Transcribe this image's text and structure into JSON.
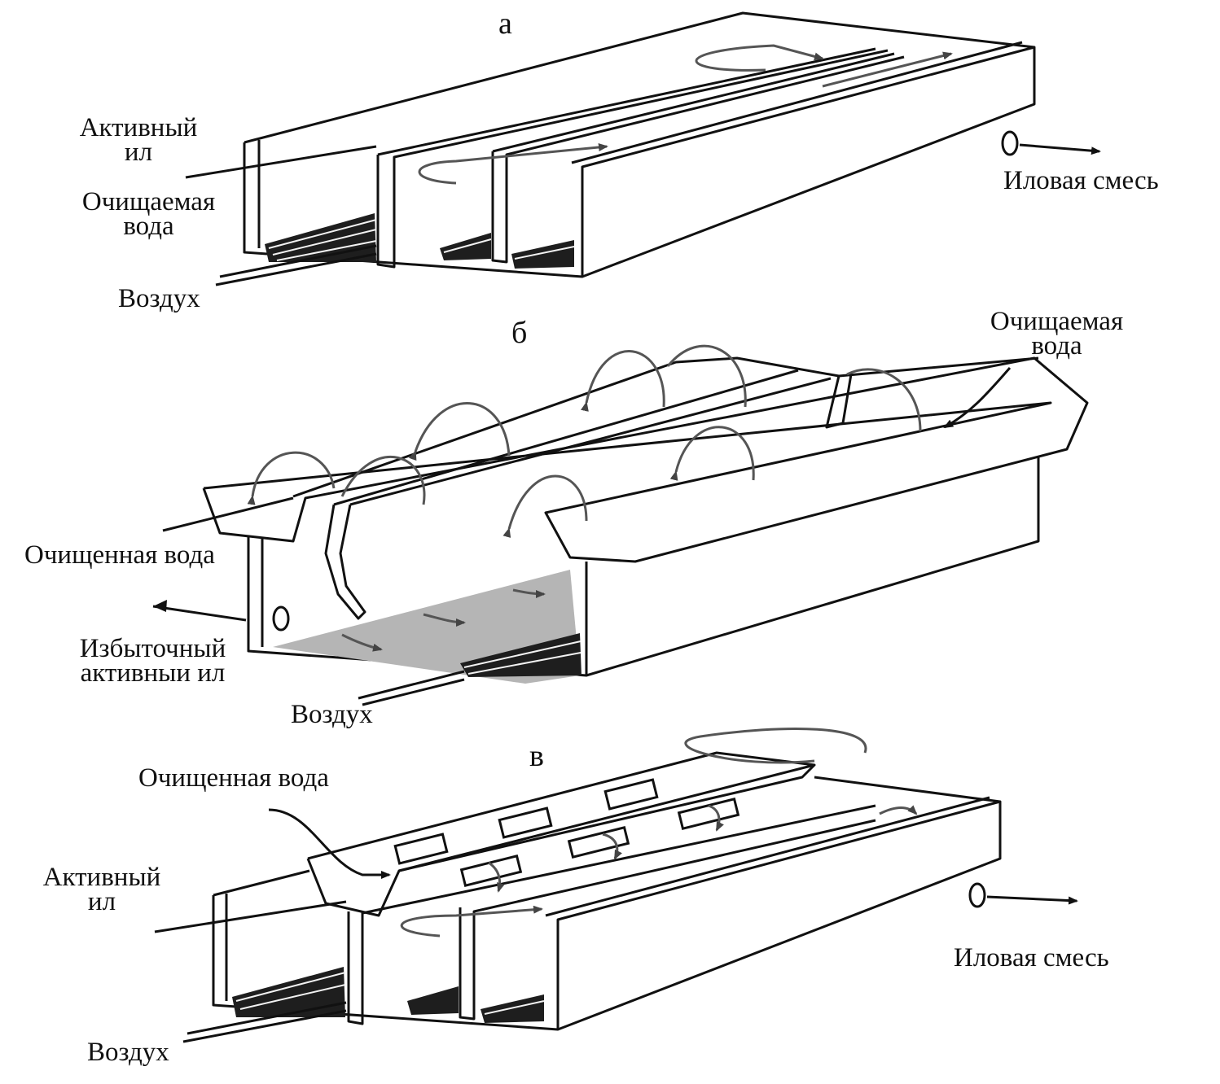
{
  "colors": {
    "ink": "#111111",
    "flow": "#555555",
    "sludge_floor": "#b5b5b5",
    "paper": "#ffffff"
  },
  "panels": {
    "a": {
      "letter": "а",
      "label_active_sludge": "Активный\nил",
      "label_water_in": "Очищаемая\nвода",
      "label_air": "Воздух",
      "label_mixture_out": "Иловая смесь"
    },
    "b": {
      "letter": "б",
      "label_water_in": "Очищаемая\nвода",
      "label_treated_water": "Очищенная вода",
      "label_excess_sludge": "Избыточный\nактивныи ил",
      "label_air": "Воздух"
    },
    "c": {
      "letter": "в",
      "label_treated_water": "Очищенная вода",
      "label_active_sludge": "Активный\nил",
      "label_mixture_out": "Иловая смесь",
      "label_air": "Воздух"
    }
  }
}
